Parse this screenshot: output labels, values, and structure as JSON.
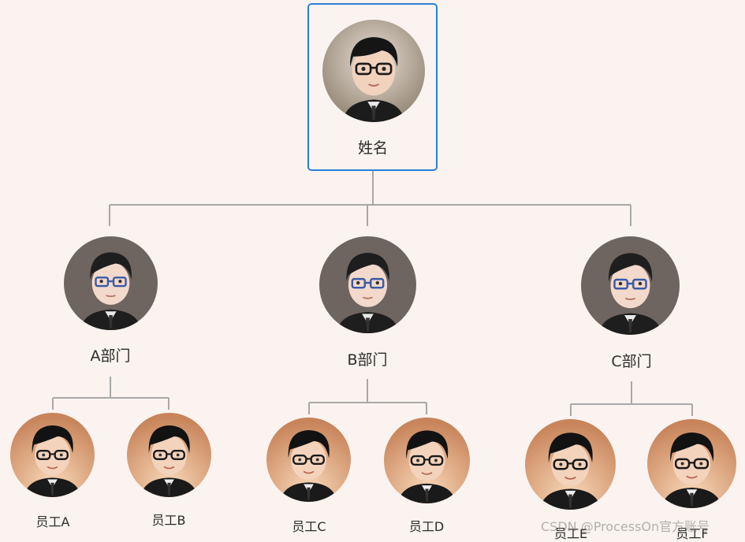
{
  "root": {
    "name": "姓名"
  },
  "departments": [
    {
      "name": "A部门",
      "employees": [
        "员工A",
        "员工B"
      ]
    },
    {
      "name": "B部门",
      "employees": [
        "员工C",
        "员工D"
      ]
    },
    {
      "name": "C部门",
      "employees": [
        "员工E",
        "员工F"
      ]
    }
  ],
  "watermark": "CSDN @ProcessOn官方账号",
  "colors": {
    "background": "#faf3ef",
    "root_border": "#2b7fd8",
    "connector": "#a8a8a8"
  }
}
